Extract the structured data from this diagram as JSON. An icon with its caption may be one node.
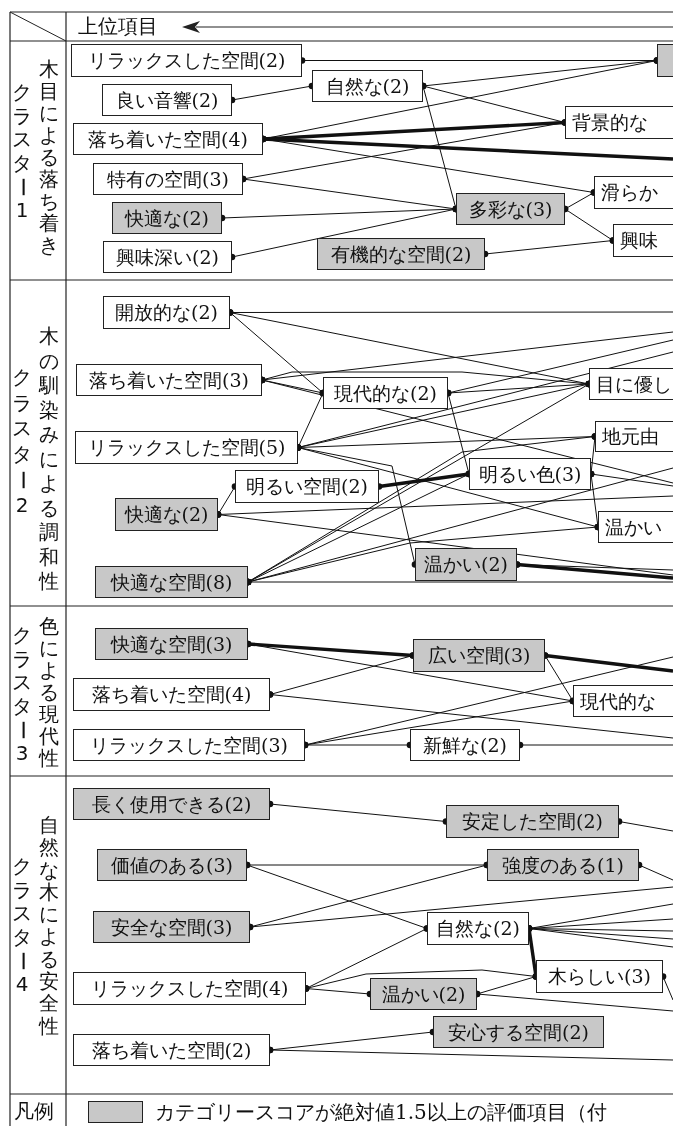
{
  "diagram": {
    "nodes": [
      {
        "text": [
          "リラックスした空間(2)"
        ]
      },
      {
        "text": [],
        "shape": "box"
      },
      {
        "text": [
          "自然な(2)"
        ]
      },
      {
        "text": [
          "良い音響(2)"
        ]
      },
      {
        "text": [
          "背景的な"
        ]
      },
      {
        "text": [
          "落ち着いた空間(4)"
        ]
      },
      {
        "text": [
          "特有の空間(3)"
        ]
      },
      {
        "text": [
          "滑らか"
        ]
      },
      {
        "text": [
          "快適な(2)"
        ]
      },
      {
        "text": [
          "多彩な(3)"
        ]
      },
      {
        "text": [
          "興味"
        ]
      },
      {
        "text": [
          "興味深い(2)"
        ]
      },
      {
        "text": [
          "有機的な空間(2)"
        ]
      },
      {
        "text": [
          "開放的な(2)"
        ]
      },
      {
        "text": [
          "落ち着いた空間(3)"
        ]
      },
      {
        "text": [
          "現代的な(2)"
        ]
      },
      {
        "text": [
          "目に優し"
        ]
      },
      {
        "text": [
          "地元由"
        ]
      },
      {
        "text": [
          "リラックスした空間(5)"
        ]
      },
      {
        "text": [
          "明るい色(3)"
        ]
      },
      {
        "text": [
          "明るい空間(2)"
        ]
      },
      {
        "text": [
          "快適な(2)"
        ]
      },
      {
        "text": [
          "温かい"
        ]
      },
      {
        "text": [
          "温かい(2)"
        ]
      },
      {
        "text": [
          "快適な空間(8)"
        ]
      },
      {
        "text": [
          "快適な空間(3)"
        ]
      },
      {
        "text": [
          "広い空間(3)"
        ]
      },
      {
        "text": [
          "落ち着いた空間(4)"
        ]
      },
      {
        "text": [
          "現代的な"
        ]
      },
      {
        "text": [
          "リラックスした空間(3)"
        ]
      },
      {
        "text": [
          "新鮮な(2)"
        ]
      },
      {
        "text": [
          "長く使用できる(2)"
        ]
      },
      {
        "text": [
          "安定した空間(2)"
        ]
      },
      {
        "text": [
          "価値のある(3)"
        ]
      },
      {
        "text": [
          "強度のある(1)"
        ]
      },
      {
        "text": [
          "安全な空間(3)"
        ]
      },
      {
        "text": [
          "自然な(2)"
        ]
      },
      {
        "text": [
          "木らしい(3)"
        ]
      },
      {
        "text": [
          "リラックスした空間(4)"
        ]
      },
      {
        "text": [
          "温かい(2)"
        ]
      },
      {
        "text": [
          "安心する空間(2)"
        ]
      },
      {
        "text": [
          "落ち着いた空間(2)"
        ]
      }
    ],
    "edges": [
      {
        "from": 0,
        "to": 1,
        "arrow": "other"
      },
      {
        "from": 2,
        "to": 1,
        "arrow": "other"
      },
      {
        "from": 5,
        "to": 1,
        "arrow": "other"
      },
      {
        "from": 3,
        "to": 2,
        "arrow": "other"
      },
      {
        "from": 2,
        "to": 4,
        "arrow": "other"
      },
      {
        "from": 2,
        "to": 9,
        "arrow": "other"
      },
      {
        "from": 5,
        "to": 4,
        "arrow": "other",
        "style": "thick"
      },
      {
        "from": 5,
        "to": null,
        "arrow": "other",
        "style": "thick"
      },
      {
        "from": 5,
        "to": 7,
        "arrow": "other"
      },
      {
        "from": 6,
        "to": 4,
        "arrow": "other"
      },
      {
        "from": 6,
        "to": 9,
        "arrow": "other"
      },
      {
        "from": 8,
        "to": 9,
        "arrow": "other"
      },
      {
        "from": 11,
        "to": 9,
        "arrow": "other"
      },
      {
        "from": 9,
        "to": 7,
        "arrow": "other"
      },
      {
        "from": 9,
        "to": 10,
        "arrow": "other"
      },
      {
        "from": 12,
        "to": 10,
        "arrow": "other"
      },
      {
        "from": 13,
        "to": null,
        "arrow": "other"
      },
      {
        "from": 13,
        "to": 16,
        "arrow": "other"
      },
      {
        "from": 13,
        "to": 15,
        "arrow": "other"
      },
      {
        "from": 14,
        "to": null,
        "arrow": "other"
      },
      {
        "from": 14,
        "to": 15,
        "arrow": "other"
      },
      {
        "from": 14,
        "to": 16,
        "arrow": "other"
      },
      {
        "from": 14,
        "to": null,
        "arrow": "other"
      },
      {
        "from": 15,
        "to": 16,
        "arrow": "other"
      },
      {
        "from": 15,
        "to": null,
        "arrow": "other"
      },
      {
        "from": 15,
        "to": 19,
        "arrow": "other"
      },
      {
        "from": 18,
        "to": 15,
        "arrow": "other"
      },
      {
        "from": 18,
        "to": null,
        "arrow": "other"
      },
      {
        "from": 18,
        "to": 16,
        "arrow": "other"
      },
      {
        "from": 18,
        "to": 17,
        "arrow": "other"
      },
      {
        "from": 18,
        "to": 22,
        "arrow": "other"
      },
      {
        "from": 18,
        "to": 23,
        "arrow": "other"
      },
      {
        "from": 21,
        "to": 20,
        "arrow": "other"
      },
      {
        "from": 20,
        "to": 19,
        "arrow": "other",
        "style": "thick"
      },
      {
        "from": 19,
        "to": 17,
        "arrow": "other"
      },
      {
        "from": 19,
        "to": 22,
        "arrow": "other"
      },
      {
        "from": 19,
        "to": null,
        "arrow": "other"
      },
      {
        "from": 21,
        "to": null,
        "arrow": "other"
      },
      {
        "from": 21,
        "to": null,
        "arrow": "other"
      },
      {
        "from": 24,
        "to": 16,
        "arrow": "other"
      },
      {
        "from": 24,
        "to": 19,
        "arrow": "other"
      },
      {
        "from": 24,
        "to": 17,
        "arrow": "other"
      },
      {
        "from": 24,
        "to": null,
        "arrow": "other"
      },
      {
        "from": 24,
        "to": 22,
        "arrow": "other"
      },
      {
        "from": 24,
        "to": null,
        "arrow": "other"
      },
      {
        "from": 23,
        "to": null,
        "arrow": "other",
        "style": "thick"
      },
      {
        "from": 23,
        "to": null,
        "arrow": "other"
      },
      {
        "from": 25,
        "to": 26,
        "arrow": "other",
        "style": "thick"
      },
      {
        "from": 25,
        "to": 28,
        "arrow": "other"
      },
      {
        "from": 27,
        "to": 26,
        "arrow": "other"
      },
      {
        "from": 27,
        "to": null,
        "arrow": "other"
      },
      {
        "from": 26,
        "to": null,
        "arrow": "other",
        "style": "thick"
      },
      {
        "from": 26,
        "to": 28,
        "arrow": "other"
      },
      {
        "from": 29,
        "to": null,
        "arrow": "other"
      },
      {
        "from": 29,
        "to": 28,
        "arrow": "other"
      },
      {
        "from": 29,
        "to": 30,
        "arrow": "other"
      },
      {
        "from": 30,
        "to": null,
        "arrow": "other"
      },
      {
        "from": 31,
        "to": 32,
        "arrow": "other"
      },
      {
        "from": 32,
        "to": null,
        "arrow": "other"
      },
      {
        "from": 33,
        "to": 34,
        "arrow": "other"
      },
      {
        "from": 33,
        "to": 36,
        "arrow": "other"
      },
      {
        "from": 34,
        "to": null,
        "arrow": "other"
      },
      {
        "from": 35,
        "to": 34,
        "arrow": "other"
      },
      {
        "from": 35,
        "to": null,
        "arrow": "other"
      },
      {
        "from": 36,
        "to": null,
        "arrow": "other"
      },
      {
        "from": 36,
        "to": null,
        "arrow": "other"
      },
      {
        "from": 36,
        "to": null,
        "arrow": "other"
      },
      {
        "from": 36,
        "to": null,
        "arrow": "other"
      },
      {
        "from": 36,
        "to": null,
        "arrow": "other"
      },
      {
        "from": 36,
        "to": 37,
        "arrow": "other",
        "style": "thick"
      },
      {
        "from": 38,
        "to": 36,
        "arrow": "other"
      },
      {
        "from": 38,
        "to": 39,
        "arrow": "other"
      },
      {
        "from": 38,
        "to": 37,
        "arrow": "other"
      },
      {
        "from": 39,
        "to": 37,
        "arrow": "other"
      },
      {
        "from": 39,
        "to": null,
        "arrow": "other"
      },
      {
        "from": 37,
        "to": null,
        "arrow": "other"
      },
      {
        "from": 41,
        "to": 40,
        "arrow": "other"
      },
      {
        "from": 41,
        "to": null,
        "arrow": "other"
      }
    ],
    "labels": [
      "上位項目",
      "木目による落ち着き",
      "クラスター1",
      "木の馴染みによる調和性",
      "クラスター2",
      "色による現代性",
      "クラスター3",
      "自然な木による安全性",
      "クラスター4",
      "凡例"
    ],
    "legend": [
      {
        "text": "カテゴリースコアが絶対値1.5以上の評価項目（付",
        "color": "#c8c8c8"
      }
    ]
  }
}
